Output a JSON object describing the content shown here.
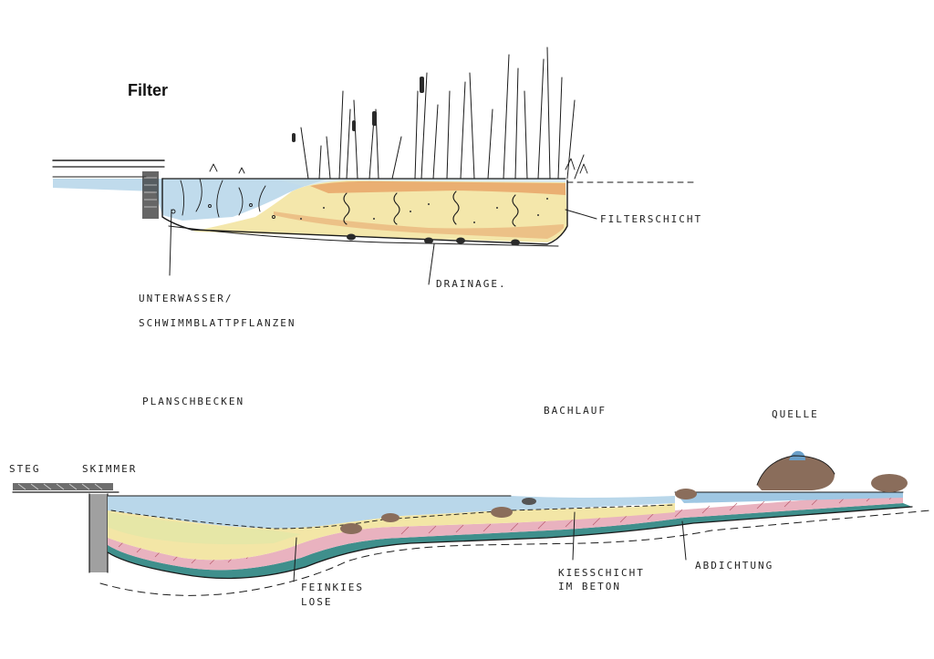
{
  "top_section": {
    "title": "Filter",
    "labels": {
      "filterschicht": "FILTERSCHICHT",
      "drainage": "DRAINAGE.",
      "plants_line1": "UNTERWASSER/",
      "plants_line2": "SCHWIMMBLATTPFLANZEN"
    }
  },
  "bottom_section": {
    "labels": {
      "planschbecken": "PLANSCHBECKEN",
      "bachlauf": "BACHLAUF",
      "quelle": "QUELLE",
      "steg": "STEG",
      "skimmer": "SKIMMER",
      "feinkies_line1": "FEINKIES",
      "feinkies_line2": "LOSE",
      "kiesschicht_line1": "KIESSCHICHT",
      "kiesschicht_line2": "IM BETON",
      "abdichtung": "ABDICHTUNG"
    }
  },
  "colors": {
    "water": "#b9d7ea",
    "sand": "#f3e6a6",
    "orange": "#e8a467",
    "pink_layer": "#e9b2bf",
    "teal_liner": "#3f8f8c",
    "stone": "#8a6d5b"
  }
}
